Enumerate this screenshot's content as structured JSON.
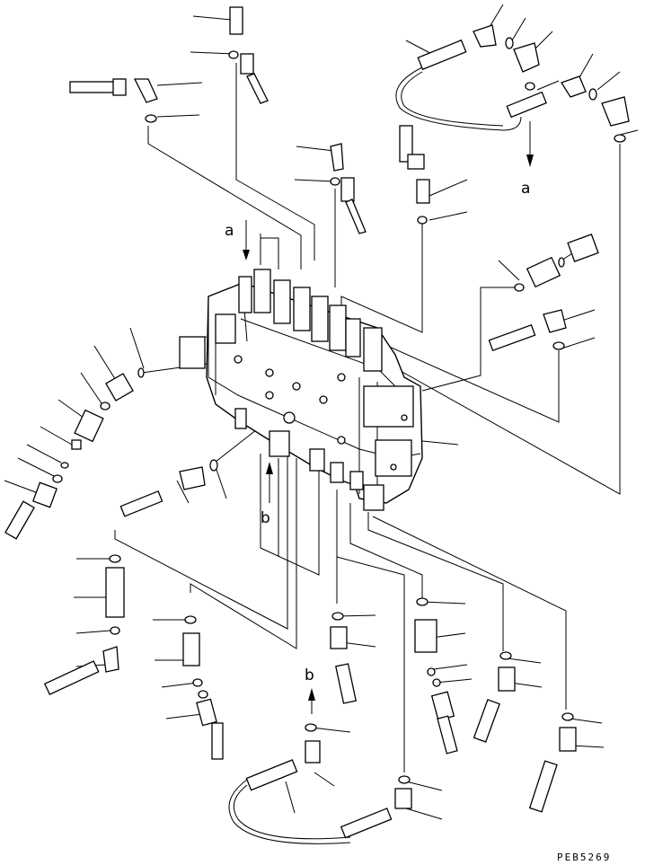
{
  "labels": {
    "a_main": "a",
    "a_hose": "a",
    "b_main": "b",
    "b_hose": "b"
  },
  "drawing_code": "PEB5269"
}
